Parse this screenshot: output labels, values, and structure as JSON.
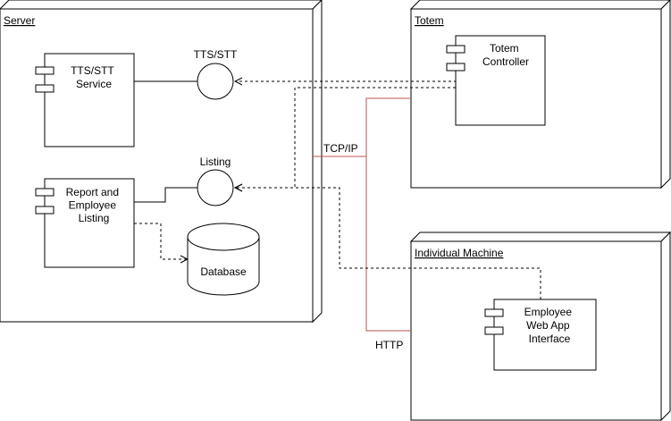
{
  "nodes": {
    "server": {
      "label": "Server"
    },
    "totem": {
      "label": "Totem"
    },
    "individual_machine": {
      "label": "Individual Machine"
    }
  },
  "components": {
    "tts_stt_service": {
      "label_lines": [
        "TTS/STT",
        "Service"
      ]
    },
    "report_listing": {
      "label_lines": [
        "Report and",
        "Employee",
        "Listing"
      ]
    },
    "totem_controller": {
      "label_lines": [
        "Totem",
        "Controller"
      ]
    },
    "employee_web_app": {
      "label_lines": [
        "Employee",
        "Web App",
        "Interface"
      ]
    }
  },
  "interfaces": {
    "tts_stt": {
      "label": "TTS/STT"
    },
    "listing": {
      "label": "Listing"
    }
  },
  "database": {
    "label": "Database"
  },
  "connections": {
    "tcp_ip": {
      "label": "TCP/IP",
      "color": "#b85450"
    },
    "http": {
      "label": "HTTP",
      "color": "#b85450"
    }
  },
  "colors": {
    "stroke": "#000000",
    "fill": "#ffffff",
    "link": "#b85450"
  }
}
